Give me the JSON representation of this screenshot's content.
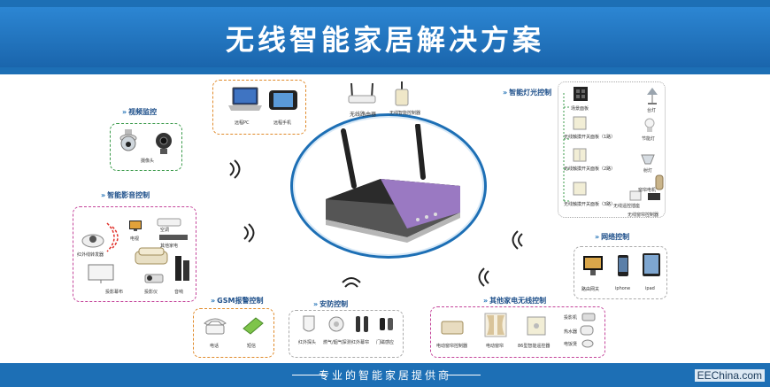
{
  "header": {
    "title": "无线智能家居解决方案"
  },
  "footer": {
    "slogan": "专业的智能家居提供商",
    "watermark": "EEChina.com"
  },
  "router_group": {
    "caption_left": "无线路由器",
    "caption_right": "无线智能控制器"
  },
  "remote": {
    "items": [
      {
        "caption": "远程PC"
      },
      {
        "caption": "远程手机"
      }
    ]
  },
  "video": {
    "title": "视频监控",
    "items": [
      {
        "caption": "摄像头"
      }
    ]
  },
  "av": {
    "title": "智能影音控制",
    "items": [
      {
        "caption": "电视"
      },
      {
        "caption": "空调"
      },
      {
        "caption": "其他家电"
      },
      {
        "caption": "红外线转发器"
      },
      {
        "caption": "投影幕布"
      },
      {
        "caption": "投影仪"
      },
      {
        "caption": "音响"
      }
    ]
  },
  "lighting": {
    "title": "智能灯光控制",
    "items": [
      {
        "caption": "场景面板"
      },
      {
        "caption": "无线触摸开关面板（1路）"
      },
      {
        "caption": "无线触摸开关面板（2路）"
      },
      {
        "caption": "无线触摸开关面板（3路）"
      },
      {
        "caption": "台灯"
      },
      {
        "caption": "节能灯"
      },
      {
        "caption": "射灯"
      },
      {
        "caption": "窗帘电机"
      },
      {
        "caption": "无线遥控插座"
      },
      {
        "caption": "无线窗帘控制器"
      }
    ]
  },
  "network": {
    "title": "网络控制",
    "items": [
      {
        "caption": "路由网关"
      },
      {
        "caption": "iphone"
      },
      {
        "caption": "ipad"
      }
    ]
  },
  "gsm": {
    "title": "GSM报警控制",
    "items": [
      {
        "caption": "电话"
      },
      {
        "caption": "短信"
      }
    ]
  },
  "security": {
    "title": "安防控制",
    "items": [
      {
        "caption": "红外探头"
      },
      {
        "caption": "燃气/烟气探测"
      },
      {
        "caption": "红外幕帘"
      },
      {
        "caption": "门磁感应"
      }
    ]
  },
  "appliance": {
    "title": "其他家电无线控制",
    "items": [
      {
        "caption": "电动窗帘控制器"
      },
      {
        "caption": "电动窗帘"
      },
      {
        "caption": "86型智能遥控器"
      },
      {
        "caption": "投影机"
      },
      {
        "caption": "热水器"
      },
      {
        "caption": "电饭煲"
      }
    ]
  }
}
